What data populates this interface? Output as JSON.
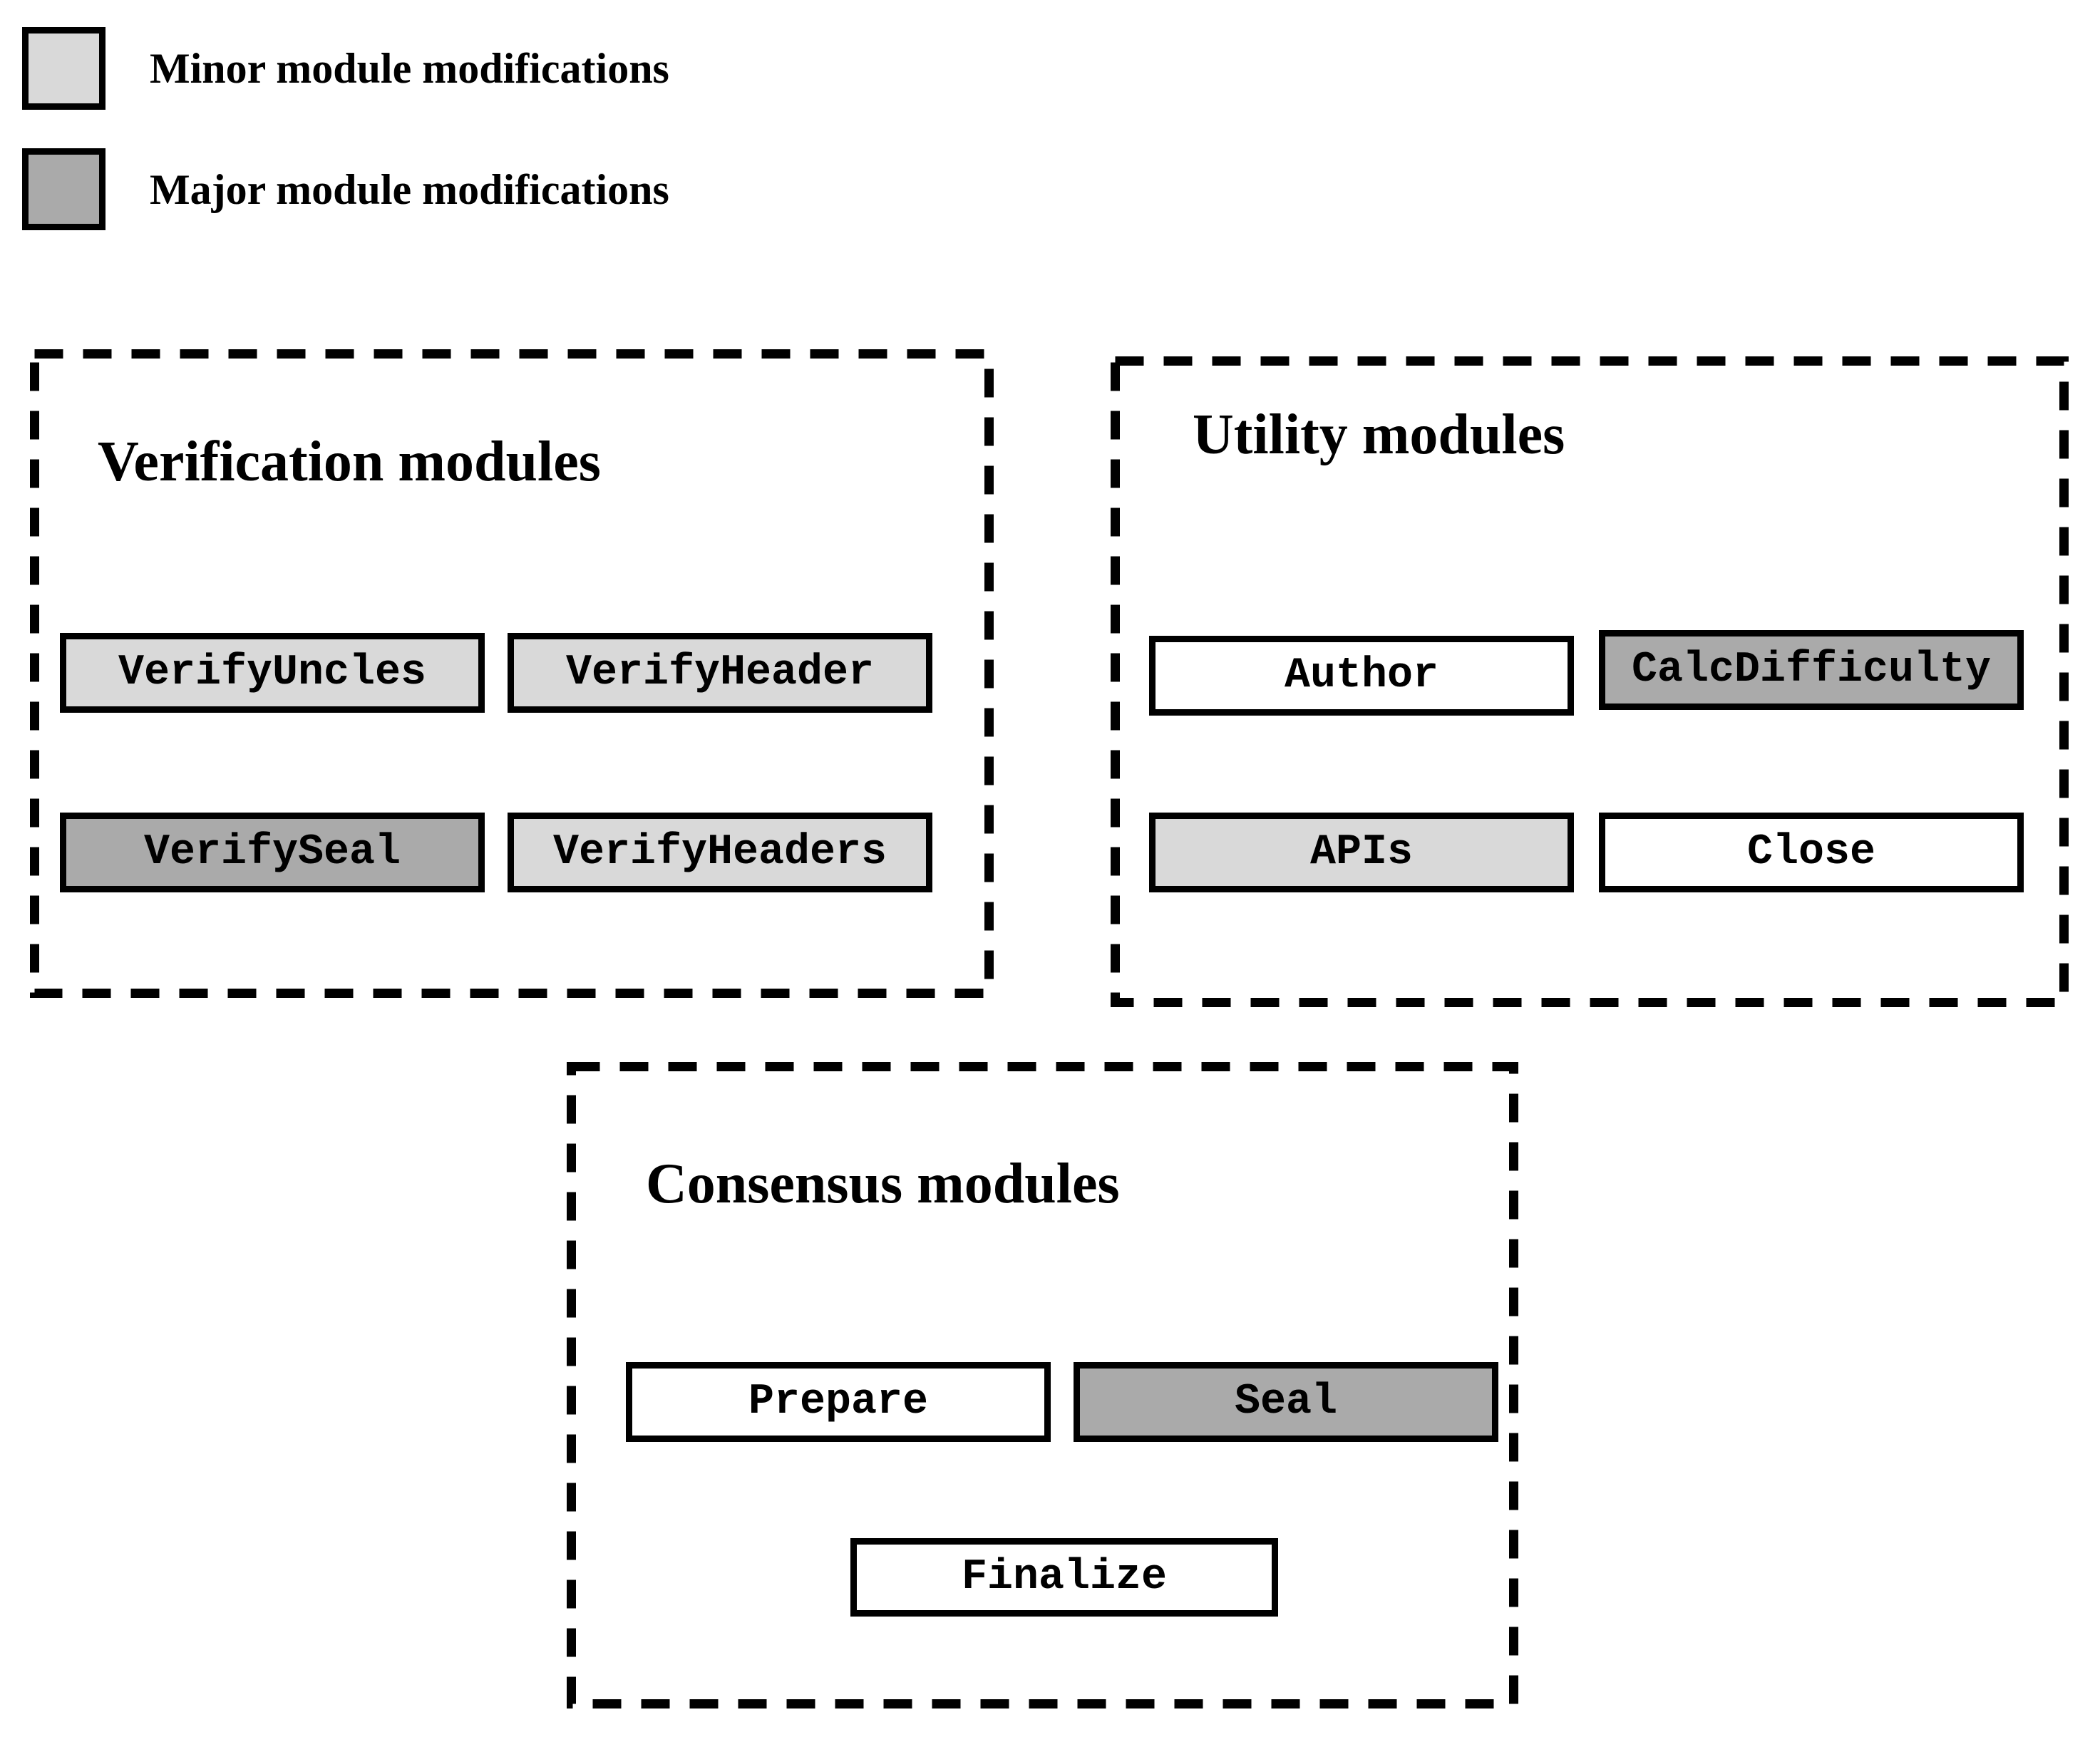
{
  "colors": {
    "minor": "#d9d9d9",
    "major": "#aaaaaa",
    "none": "#ffffff",
    "line": "#000000",
    "background": "#ffffff"
  },
  "legend": {
    "items": [
      {
        "label": "Minor module modifications",
        "level": "minor"
      },
      {
        "label": "Major module modifications",
        "level": "major"
      }
    ]
  },
  "groups": [
    {
      "title": "Verification modules",
      "modules": [
        {
          "label": "VerifyUncles",
          "level": "minor"
        },
        {
          "label": "VerifyHeader",
          "level": "minor"
        },
        {
          "label": "VerifySeal",
          "level": "major"
        },
        {
          "label": "VerifyHeaders",
          "level": "minor"
        }
      ]
    },
    {
      "title": "Utility modules",
      "modules": [
        {
          "label": "Author",
          "level": "none"
        },
        {
          "label": "CalcDifficulty",
          "level": "major"
        },
        {
          "label": "APIs",
          "level": "minor"
        },
        {
          "label": "Close",
          "level": "none"
        }
      ]
    },
    {
      "title": "Consensus modules",
      "modules": [
        {
          "label": "Prepare",
          "level": "none"
        },
        {
          "label": "Seal",
          "level": "major"
        },
        {
          "label": "Finalize",
          "level": "none"
        }
      ]
    }
  ]
}
